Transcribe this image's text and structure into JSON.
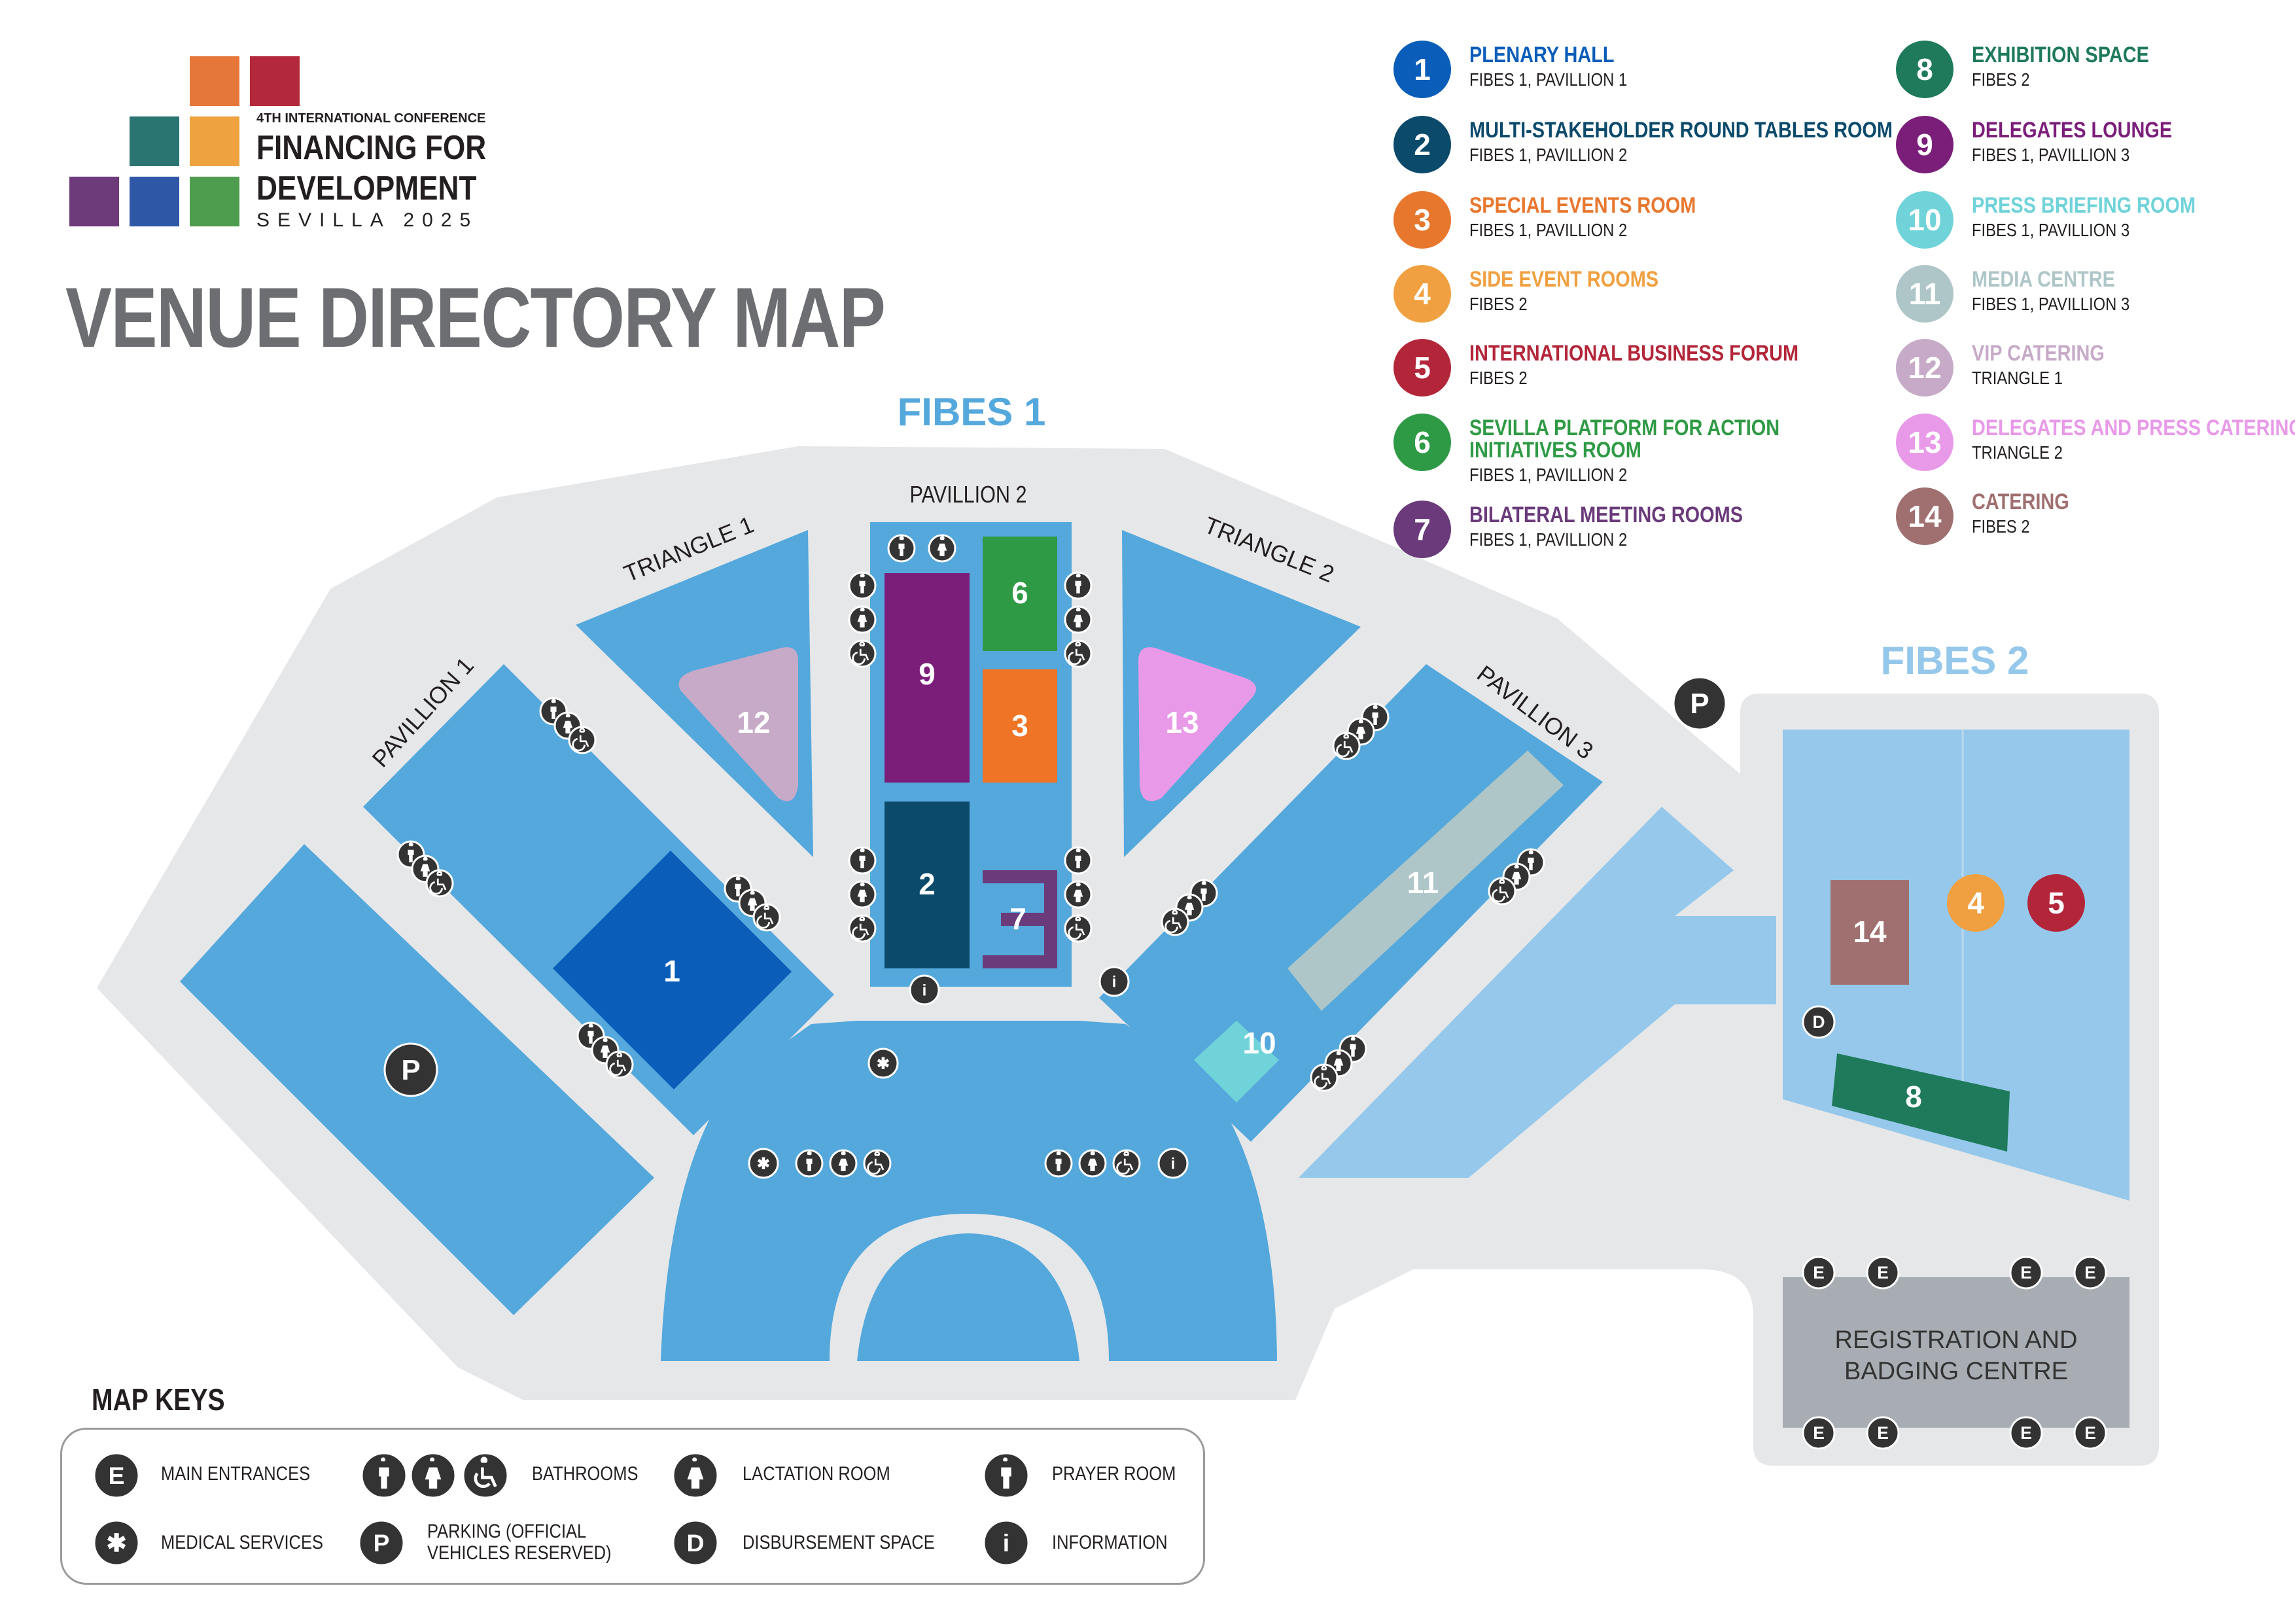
{
  "logo": {
    "conference": "4TH INTERNATIONAL CONFERENCE",
    "line1": "FINANCING FOR",
    "line2": "DEVELOPMENT",
    "subtitle": "SEVILLA 2025"
  },
  "title": "VENUE DIRECTORY MAP",
  "areas": {
    "fibes1": "FIBES 1",
    "fibes2": "FIBES 2",
    "pavillion1": "PAVILLION 1",
    "pavillion2": "PAVILLION 2",
    "pavillion3": "PAVILLION 3",
    "triangle1": "TRIANGLE 1",
    "triangle2": "TRIANGLE 2",
    "registration_line1": "REGISTRATION AND",
    "registration_line2": "BADGING CENTRE"
  },
  "legend": [
    {
      "num": "1",
      "name": "PLENARY HALL",
      "location": "FIBES 1, PAVILLION 1",
      "color": "#0a5db8"
    },
    {
      "num": "2",
      "name": "MULTI-STAKEHOLDER ROUND TABLES ROOM",
      "location": "FIBES 1, PAVILLION 2",
      "color": "#0b4a6b"
    },
    {
      "num": "3",
      "name": "SPECIAL EVENTS ROOM",
      "location": "FIBES 1, PAVILLION 2",
      "color": "#e8772e"
    },
    {
      "num": "4",
      "name": "SIDE EVENT ROOMS",
      "location": "FIBES 2",
      "color": "#f0a040"
    },
    {
      "num": "5",
      "name": "INTERNATIONAL BUSINESS FORUM",
      "location": "FIBES 2",
      "color": "#b3263a"
    },
    {
      "num": "6",
      "name": "SEVILLA PLATFORM FOR ACTION",
      "name2": "INITIATIVES ROOM",
      "location": "FIBES 1, PAVILLION 2",
      "color": "#2f9a45"
    },
    {
      "num": "7",
      "name": "BILATERAL MEETING ROOMS",
      "location": "FIBES 1, PAVILLION 2",
      "color": "#6a3a7a"
    },
    {
      "num": "8",
      "name": "EXHIBITION SPACE",
      "location": "FIBES 2",
      "color": "#1e7a5a"
    },
    {
      "num": "9",
      "name": "DELEGATES LOUNGE",
      "location": "FIBES 1, PAVILLION 3",
      "color": "#7b1e7a"
    },
    {
      "num": "10",
      "name": "PRESS BRIEFING ROOM",
      "location": "FIBES 1, PAVILLION 3",
      "color": "#6fd3d9"
    },
    {
      "num": "11",
      "name": "MEDIA CENTRE",
      "location": "FIBES 1, PAVILLION 3",
      "color": "#aec6c8"
    },
    {
      "num": "12",
      "name": "VIP CATERING",
      "location": "TRIANGLE 1",
      "color": "#c7aac8"
    },
    {
      "num": "13",
      "name": "DELEGATES AND PRESS CATERING",
      "location": "TRIANGLE 2",
      "color": "#e89ae8"
    },
    {
      "num": "14",
      "name": "CATERING",
      "location": "FIBES 2",
      "color": "#a07070"
    }
  ],
  "map_rooms": {
    "r1": "1",
    "r2": "2",
    "r3": "3",
    "r4": "4",
    "r5": "5",
    "r6": "6",
    "r7": "7",
    "r8": "8",
    "r9": "9",
    "r10": "10",
    "r11": "11",
    "r12": "12",
    "r13": "13",
    "r14": "14"
  },
  "symbols": {
    "entrance": "E",
    "parking": "P",
    "disbursement": "D",
    "info": "i",
    "medical": "✱"
  },
  "map_keys": {
    "title": "MAP KEYS",
    "main_entrances": "MAIN ENTRANCES",
    "bathrooms": "BATHROOMS",
    "lactation": "LACTATION ROOM",
    "prayer": "PRAYER ROOM",
    "medical": "MEDICAL SERVICES",
    "parking_line1": "PARKING (OFFICIAL",
    "parking_line2": "VEHICLES RESERVED)",
    "disbursement": "DISBURSEMENT SPACE",
    "information": "INFORMATION"
  },
  "colors": {
    "venue_bg": "#e6e7e9",
    "pavilion_blue": "#54a8dc",
    "light_blue": "#95c8ea",
    "registration_grey": "#a8adb3",
    "icon_dark": "#333333"
  }
}
